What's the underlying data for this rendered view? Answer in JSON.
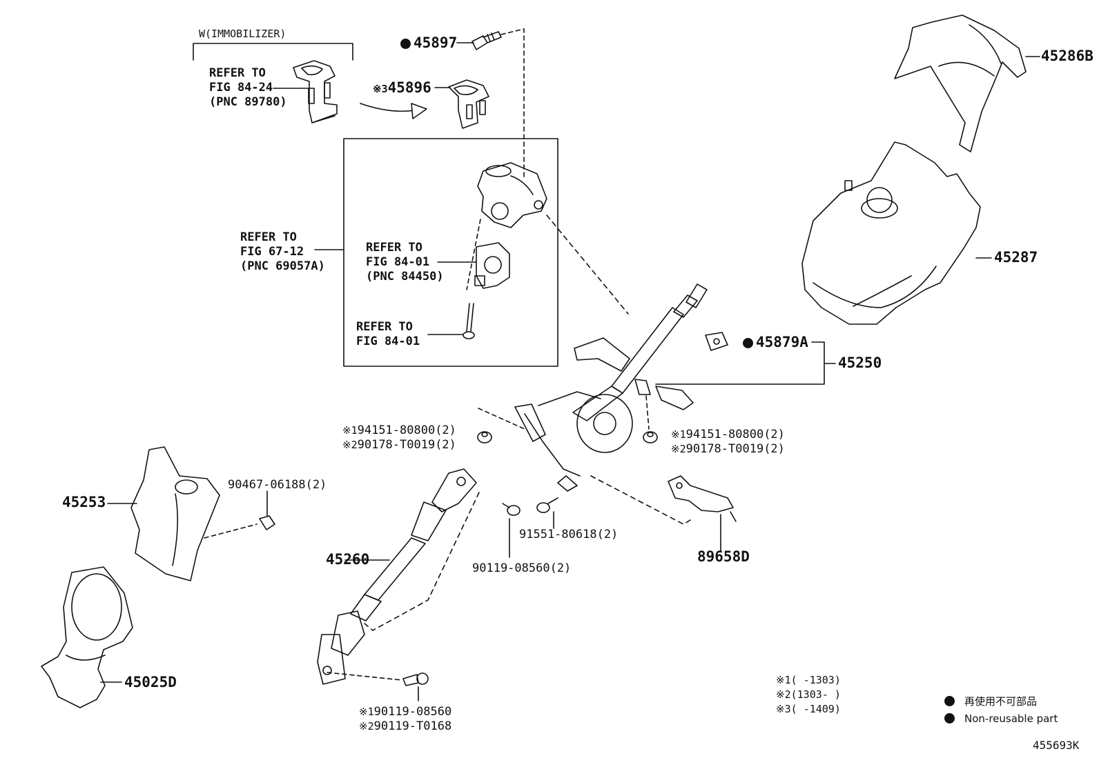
{
  "diagram": {
    "immobilizer_header": "W(IMMOBILIZER)",
    "refers": {
      "fig_84_24": {
        "line1": "REFER TO",
        "line2": "FIG 84-24",
        "line3": "(PNC 89780)"
      },
      "fig_67_12": {
        "line1": "REFER TO",
        "line2": "FIG 67-12",
        "line3": "(PNC 69057A)"
      },
      "fig_84_01_pnc": {
        "line1": "REFER TO",
        "line2": "FIG 84-01",
        "line3": "(PNC 84450)"
      },
      "fig_84_01": {
        "line1": "REFER TO",
        "line2": "FIG 84-01"
      }
    },
    "parts": {
      "p45897": "45897",
      "p45896_mark": "※3",
      "p45896": "45896",
      "p45286B": "45286B",
      "p45287": "45287",
      "p45879A": "45879A",
      "p45250": "45250",
      "p45253": "45253",
      "p45260": "45260",
      "p45025D": "45025D",
      "p89658D": "89658D",
      "p90467": "90467-06188(2)",
      "p91551": "91551-80618(2)",
      "p90119_08560_2": "90119-08560(2)"
    },
    "nut_left": {
      "l1_mark": "※1",
      "l1": "94151-80800(2)",
      "l2_mark": "※2",
      "l2": "90178-T0019(2)"
    },
    "nut_right": {
      "l1_mark": "※1",
      "l1": "94151-80800(2)",
      "l2_mark": "※2",
      "l2": "90178-T0019(2)"
    },
    "bolt_bottom": {
      "l1_mark": "※1",
      "l1": "90119-08560",
      "l2_mark": "※2",
      "l2": "90119-T0168"
    },
    "notes": {
      "n1_mark": "※1",
      "n1": "(       -1303)",
      "n2_mark": "※2",
      "n2": "(1303-       )",
      "n3_mark": "※3",
      "n3": "(       -1409)"
    },
    "legend": {
      "ja": "再使用不可部品",
      "en": "Non-reusable part"
    },
    "figure_id": "455693K"
  }
}
